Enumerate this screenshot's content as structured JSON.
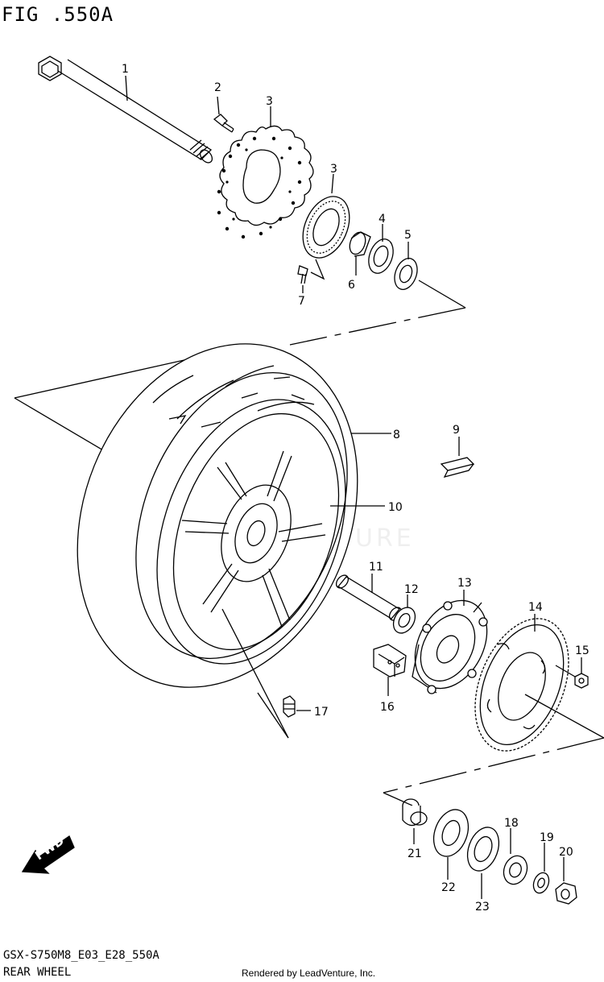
{
  "figure": {
    "title": "FIG .550A",
    "model_code": "GSX-S750M8_E03_E28_550A",
    "page_label": "REAR WHEEL",
    "render_credit": "Rendered by LeadVenture, Inc.",
    "watermark": "LEADVENTURE"
  },
  "callouts": [
    "1",
    "2",
    "3",
    "3",
    "4",
    "5",
    "6",
    "7",
    "8",
    "9",
    "10",
    "11",
    "12",
    "13",
    "14",
    "15",
    "16",
    "17",
    "18",
    "19",
    "20",
    "21",
    "22",
    "23"
  ],
  "direction_arrow": {
    "label": "FWD",
    "icon": "forward-arrow-icon"
  }
}
